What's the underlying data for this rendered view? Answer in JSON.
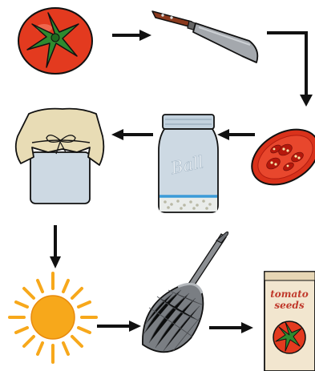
{
  "diagram": {
    "steps": [
      {
        "id": "whole-tomato",
        "icon": "tomato-icon"
      },
      {
        "id": "knife",
        "icon": "knife-icon"
      },
      {
        "id": "tomato-slice",
        "icon": "tomato-slice-icon"
      },
      {
        "id": "mason-jar",
        "icon": "mason-jar-icon",
        "brand_text": "Ball"
      },
      {
        "id": "covered-jar",
        "icon": "covered-jar-icon"
      },
      {
        "id": "sun",
        "icon": "sun-icon"
      },
      {
        "id": "strainer",
        "icon": "strainer-icon"
      },
      {
        "id": "seed-packet",
        "icon": "seed-packet-icon",
        "label_line1": "tomato",
        "label_line2": "seeds"
      }
    ],
    "colors": {
      "tomato_red": "#e33a1f",
      "stem_green": "#2f8a2f",
      "jar_glass": "#cdd9e3",
      "cloth": "#e8dcb5",
      "sun_orange": "#f7a81b",
      "packet": "#f2e6cf",
      "label_red": "#c0392b",
      "arrow": "#111111"
    }
  }
}
